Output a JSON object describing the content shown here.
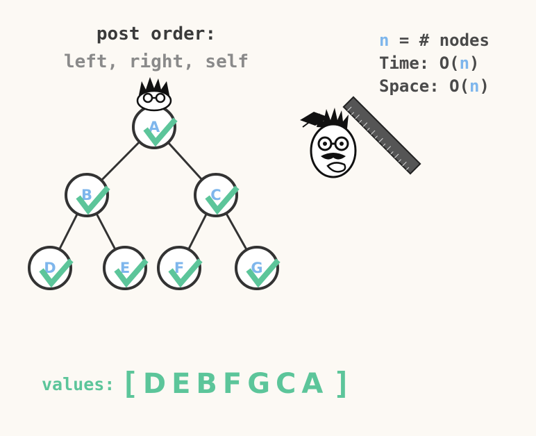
{
  "heading": {
    "title": "post order:",
    "subtitle": "left, right, self"
  },
  "complexity": {
    "var": "n",
    "def_rest": " = # nodes",
    "time_label": "Time: O(",
    "space_label": "Space: O(",
    "close": ")"
  },
  "tree": {
    "nodes": [
      "A",
      "B",
      "C",
      "D",
      "E",
      "F",
      "G"
    ],
    "edges": [
      [
        "A",
        "B"
      ],
      [
        "A",
        "C"
      ],
      [
        "B",
        "D"
      ],
      [
        "B",
        "E"
      ],
      [
        "C",
        "F"
      ],
      [
        "C",
        "G"
      ]
    ],
    "visited": [
      "A",
      "B",
      "C",
      "D",
      "E",
      "F",
      "G"
    ],
    "current": "A"
  },
  "values": {
    "label": "values:",
    "open": "[",
    "sequence": "DEBFGCA",
    "close": "]"
  },
  "colors": {
    "background": "#fcf9f4",
    "node_label": "#7eb6ec",
    "check": "#5cc59a",
    "node_stroke": "#333333",
    "edge": "#333333"
  }
}
